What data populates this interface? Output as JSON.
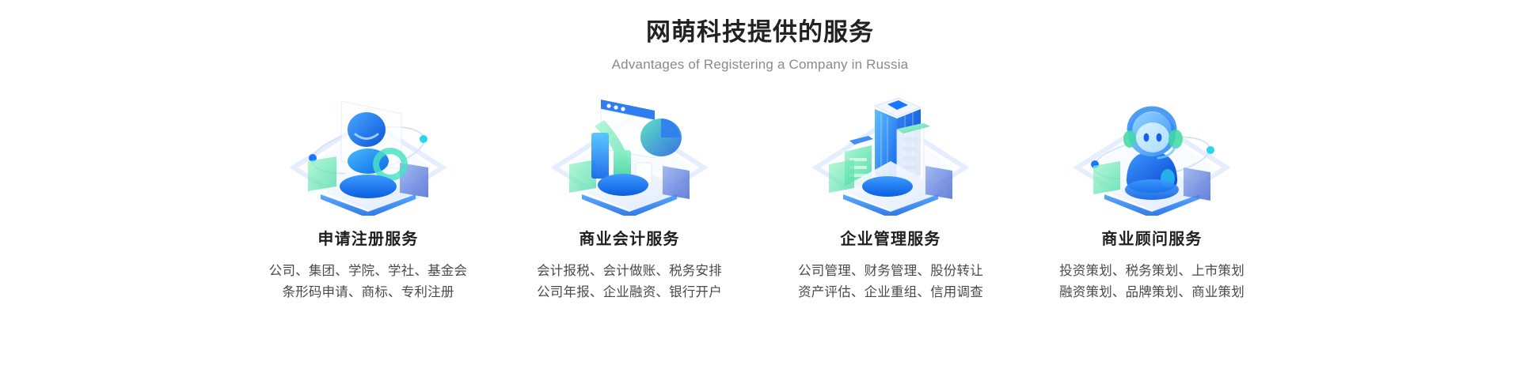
{
  "header": {
    "title": "网萌科技提供的服务",
    "subtitle": "Advantages of Registering a Company in Russia"
  },
  "colors": {
    "title": "#222222",
    "subtitle": "#8a8a8a",
    "card_title": "#1f1f1f",
    "card_desc": "#4a4a4a",
    "background": "#ffffff",
    "accent_blue": "#1677ff",
    "accent_deep_blue": "#0a5fe0",
    "accent_cyan": "#2ad4f0",
    "accent_green": "#4fe0a8",
    "accent_indigo": "#4b6fd6",
    "platform_light": "#eef4ff"
  },
  "cards": [
    {
      "icon": "user-registration-illustration",
      "title": "申请注册服务",
      "desc_line1": "公司、集团、学院、学社、基金会",
      "desc_line2": "条形码申请、商标、专利注册"
    },
    {
      "icon": "accounting-charts-illustration",
      "title": "商业会计服务",
      "desc_line1": "会计报税、会计做账、税务安排",
      "desc_line2": "公司年报、企业融资、银行开户"
    },
    {
      "icon": "enterprise-buildings-illustration",
      "title": "企业管理服务",
      "desc_line1": "公司管理、财务管理、股份转让",
      "desc_line2": "资产评估、企业重组、信用调查"
    },
    {
      "icon": "consultant-robot-illustration",
      "title": "商业顾问服务",
      "desc_line1": "投资策划、税务策划、上市策划",
      "desc_line2": "融资策划、品牌策划、商业策划"
    }
  ]
}
